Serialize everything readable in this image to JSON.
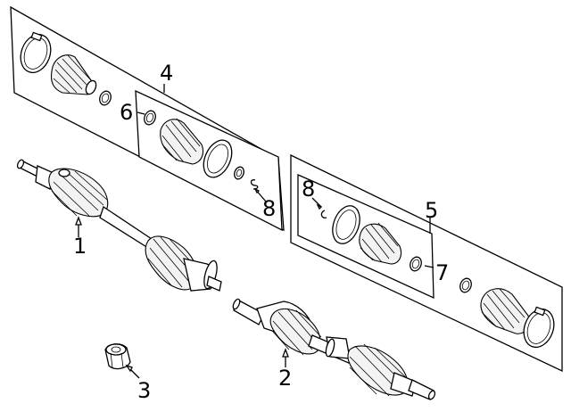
{
  "callouts": {
    "c1": "1",
    "c2": "2",
    "c3": "3",
    "c4": "4",
    "c5": "5",
    "c6": "6",
    "c7": "7",
    "c8_upper": "8",
    "c8_lower": "8"
  },
  "colors": {
    "line": "#000000",
    "background": "#ffffff",
    "panel_fill": "#ffffff"
  }
}
